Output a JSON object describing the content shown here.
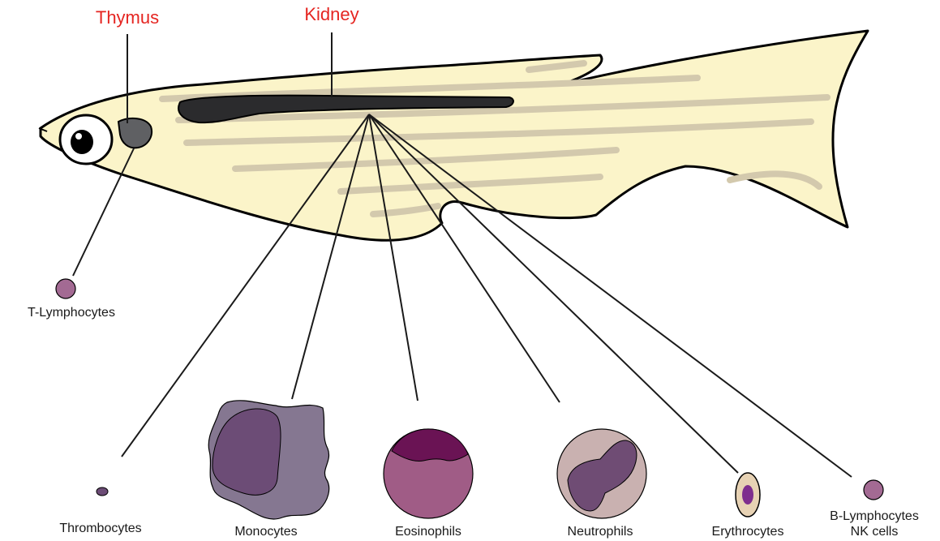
{
  "organs": {
    "thymus": "Thymus",
    "kidney": "Kidney"
  },
  "cells": {
    "t_lymphocytes": "T-Lymphocytes",
    "thrombocytes": "Thrombocytes",
    "monocytes": "Monocytes",
    "eosinophils": "Eosinophils",
    "neutrophils": "Neutrophils",
    "erythrocytes": "Erythrocytes",
    "b_lymphocytes": "B-Lymphocytes",
    "nk_cells": "NK cells"
  },
  "colors": {
    "organ_label": "#e52521",
    "fish_body": "#fbf4c9",
    "stripe": "#d3c9ad",
    "kidney": "#2b2b2d",
    "thymus": "#5f6063",
    "cell_purple": "#a36a93",
    "monocyte": "#857791",
    "monocyte_nucleus": "#6c4c76",
    "eosinophil": "#a05c86",
    "eosinophil_granule": "#6a1354",
    "neutrophil": "#c9b1b0",
    "neutrophil_nucleus": "#6f4c74",
    "erythrocyte": "#e7d2b4",
    "erythrocyte_nucleus": "#7e2e8e"
  }
}
